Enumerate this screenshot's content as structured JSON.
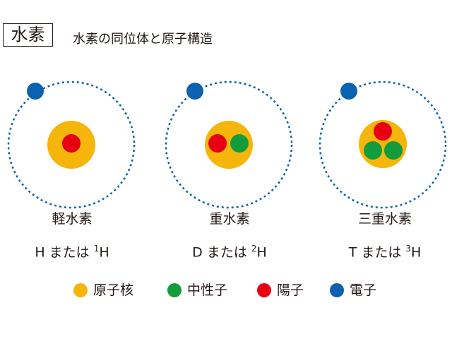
{
  "title": "水素",
  "subtitle": "水素の同位体と原子構造",
  "colors": {
    "nucleus": "#f5b50a",
    "neutron": "#129c3c",
    "proton": "#e60012",
    "electron": "#0a62b0",
    "orbit": "#0a62b0"
  },
  "isotopes": [
    {
      "name": "軽水素",
      "notation_prefix": "H または ",
      "mass_number": "1",
      "element": "H",
      "protons": 1,
      "neutrons": 0
    },
    {
      "name": "重水素",
      "notation_prefix": "D または ",
      "mass_number": "2",
      "element": "H",
      "protons": 1,
      "neutrons": 1
    },
    {
      "name": "三重水素",
      "notation_prefix": "T または ",
      "mass_number": "3",
      "element": "H",
      "protons": 1,
      "neutrons": 2
    }
  ],
  "legend": [
    {
      "label": "原子核",
      "color_key": "nucleus"
    },
    {
      "label": "中性子",
      "color_key": "neutron"
    },
    {
      "label": "陽子",
      "color_key": "proton"
    },
    {
      "label": "電子",
      "color_key": "electron"
    }
  ]
}
